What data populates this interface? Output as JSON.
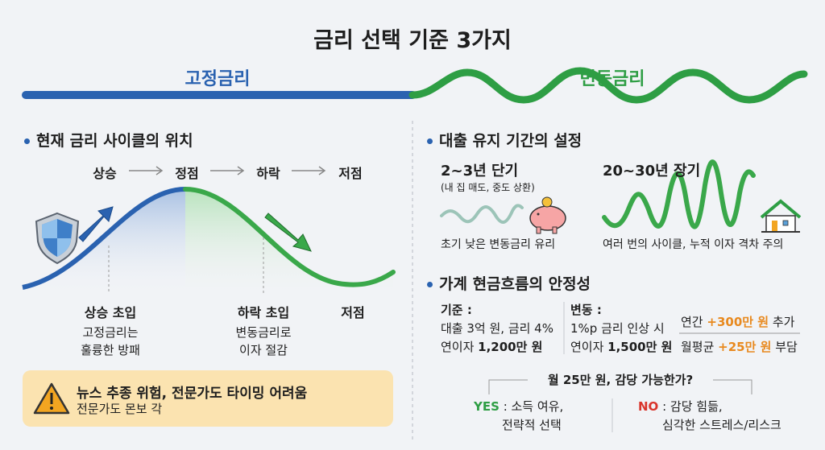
{
  "title": "금리 선택 기준 3가지",
  "fixed_label": "고정금리",
  "variable_label": "변동금리",
  "colors": {
    "fixed": "#2a62b0",
    "variable": "#2e9e44",
    "accent": "#e8891e",
    "warning_bg": "#fbe3b0",
    "no": "#d9342b"
  },
  "cycle": {
    "heading": "현재 금리 사이클의 위치",
    "stages": [
      "상승",
      "정점",
      "하락",
      "저점"
    ],
    "rise_entry": {
      "title": "상승 초입",
      "line1": "고정금리는",
      "line2": "훌륭한 방패"
    },
    "fall_entry": {
      "title": "하락 초입",
      "line1": "변동금리로",
      "line2": "이자 절감"
    },
    "bottom": "저점",
    "warning": {
      "line1": "뉴스 추종 위험, 전문가도 타이밍 어려움",
      "line2": "전문가도 몬보 각"
    }
  },
  "period": {
    "heading": "대출 유지 기간의 설정",
    "short": {
      "title": "2~3년 단기",
      "sub": "(내 집 매도, 중도 상환)",
      "note": "초기 낮은 변동금리 유리"
    },
    "long": {
      "title": "20~30년 장기",
      "note": "여러 번의 사이클, 누적 이자 격차 주의"
    }
  },
  "cashflow": {
    "heading": "가계 현금흐름의 안정성",
    "base": {
      "label": "기준 :",
      "line1": "대출 3억 원, 금리 4%",
      "line2_pre": "연이자 ",
      "line2_val": "1,200만 원"
    },
    "change": {
      "label": "변동 :",
      "line1": "1%p 금리 인상 시",
      "line2_pre": "연이자 ",
      "line2_val": "1,500만 원"
    },
    "annual": {
      "pre": "연간 ",
      "val": "+300만 원",
      "post": " 추가"
    },
    "monthly": {
      "pre": "월평균 ",
      "val": "+25만 원",
      "post": " 부담"
    },
    "question": "월 25만 원, 감당 가능한가?",
    "yes": {
      "label": "YES",
      "line1": " : 소득 여유,",
      "line2": "전략적 선택"
    },
    "no": {
      "label": "NO",
      "line1": " : 감당 힘듦,",
      "line2": "심각한 스트레스/리스크"
    }
  }
}
